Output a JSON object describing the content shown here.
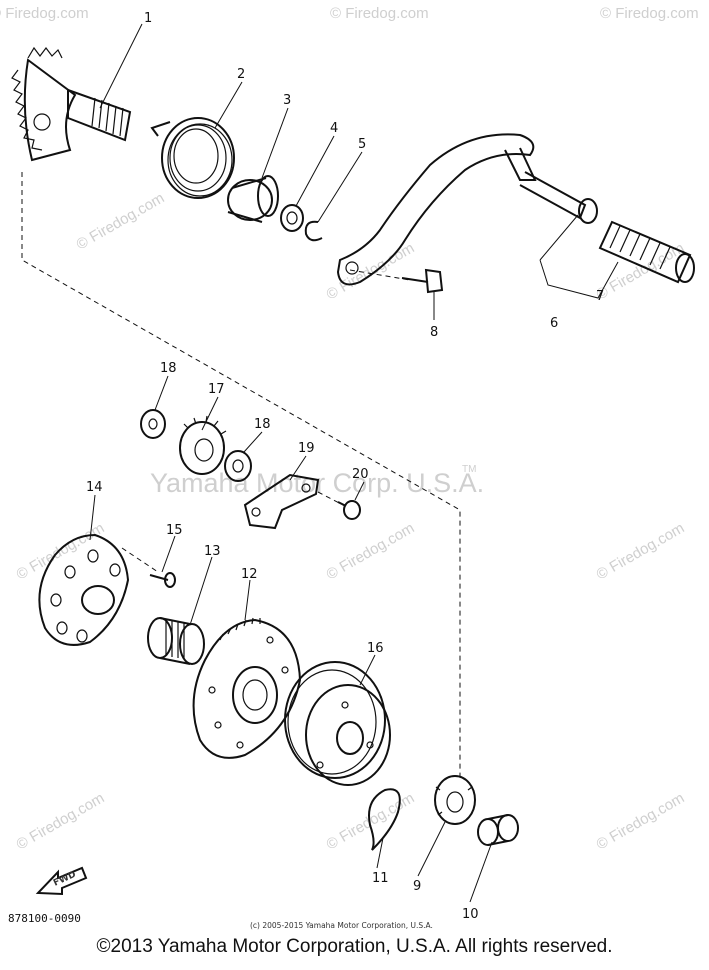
{
  "diagram": {
    "part_numbers": [
      "1",
      "2",
      "3",
      "4",
      "5",
      "6",
      "7",
      "8",
      "9",
      "10",
      "11",
      "12",
      "13",
      "14",
      "15",
      "16",
      "17",
      "18",
      "18",
      "19",
      "20"
    ],
    "diagram_code": "878100-0090",
    "fwd_label": "FWD",
    "watermark_center": "Yamaha Motor Corp. U.S.A.",
    "watermark_tm": "TM",
    "watermark_site": "© Firedog.com",
    "small_copyright": "(c) 2005-2015 Yamaha Motor Corporation, U.S.A.",
    "footer_copyright": "©2013 Yamaha Motor Corporation, U.S.A. All rights reserved."
  }
}
